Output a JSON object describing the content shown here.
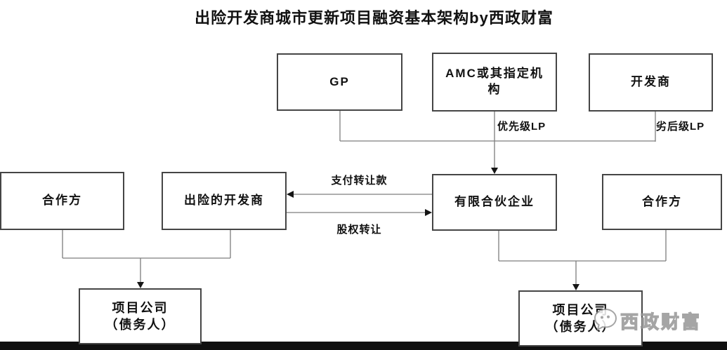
{
  "title": "出险开发商城市更新项目融资基本架构by西政财富",
  "nodes": {
    "gp": "GP",
    "amc": "AMC或其指定机\n构",
    "developer": "开发商",
    "partner_left": "合作方",
    "distressed_developer": "出险的开发商",
    "limited_partnership": "有限合伙企业",
    "partner_right": "合作方",
    "project_company_left": "项目公司\n（债务人）",
    "project_company_right": "项目公司\n（债务人）"
  },
  "edge_labels": {
    "senior_lp": "优先级LP",
    "junior_lp": "劣后级LP",
    "pay_transfer": "支付转让款",
    "equity_transfer": "股权转让"
  },
  "watermark": {
    "icon": "wechat-icon",
    "text": "西政财富"
  },
  "colors": {
    "background": "#ffffff",
    "text": "#111111",
    "box_border": "#454545",
    "connector": "#7d7d7d",
    "arrowhead": "#151515",
    "bottom_bar": "#101010",
    "watermark": "#969696"
  }
}
